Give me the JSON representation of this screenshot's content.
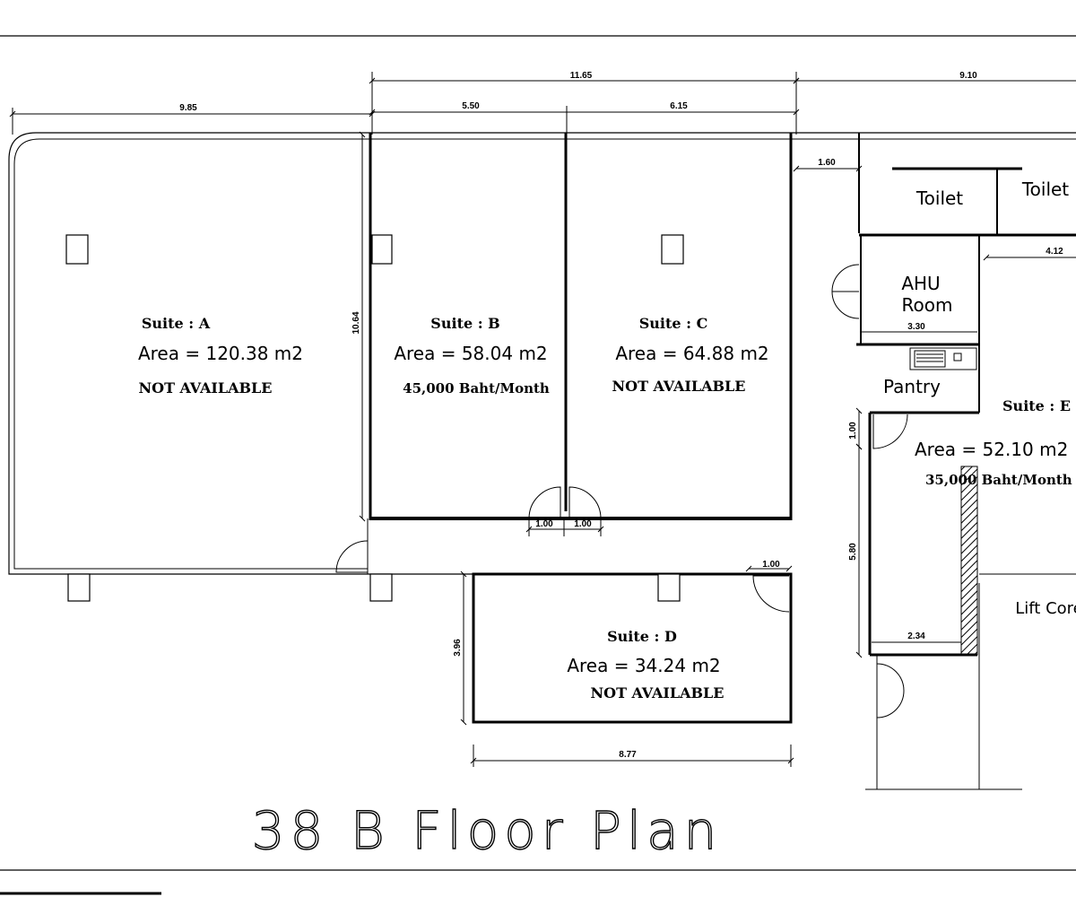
{
  "title": "38 B Floor Plan",
  "dimensions": {
    "a_width": "9.85",
    "bc_total": "11.65",
    "b_width": "5.50",
    "c_width": "6.15",
    "right_total": "9.10",
    "toilet_gap": "1.60",
    "right_small": "4.12",
    "ahu_width": "3.30",
    "depth": "10.64",
    "pantry_door": "1.00",
    "corridor_len": "5.80",
    "lift_width": "2.34",
    "door_left": "1.00",
    "door_right": "1.00",
    "d_door": "1.00",
    "d_depth": "3.96",
    "d_width": "8.77"
  },
  "rooms": {
    "toilet_1": "Toilet",
    "toilet_2": "Toilet",
    "ahu_line1": "AHU",
    "ahu_line2": "Room",
    "pantry": "Pantry",
    "lift": "Lift Core"
  },
  "suites": {
    "a": {
      "name": "Suite : A",
      "area": "Area = 120.38 m2",
      "status": "NOT AVAILABLE"
    },
    "b": {
      "name": "Suite : B",
      "area": "Area = 58.04 m2",
      "status": "45,000 Baht/Month"
    },
    "c": {
      "name": "Suite : C",
      "area": "Area = 64.88 m2",
      "status": "NOT AVAILABLE"
    },
    "d": {
      "name": "Suite : D",
      "area": "Area = 34.24 m2",
      "status": "NOT AVAILABLE"
    },
    "e": {
      "name": "Suite : E",
      "area": "Area = 52.10 m2",
      "status": "35,000 Baht/Month"
    }
  }
}
